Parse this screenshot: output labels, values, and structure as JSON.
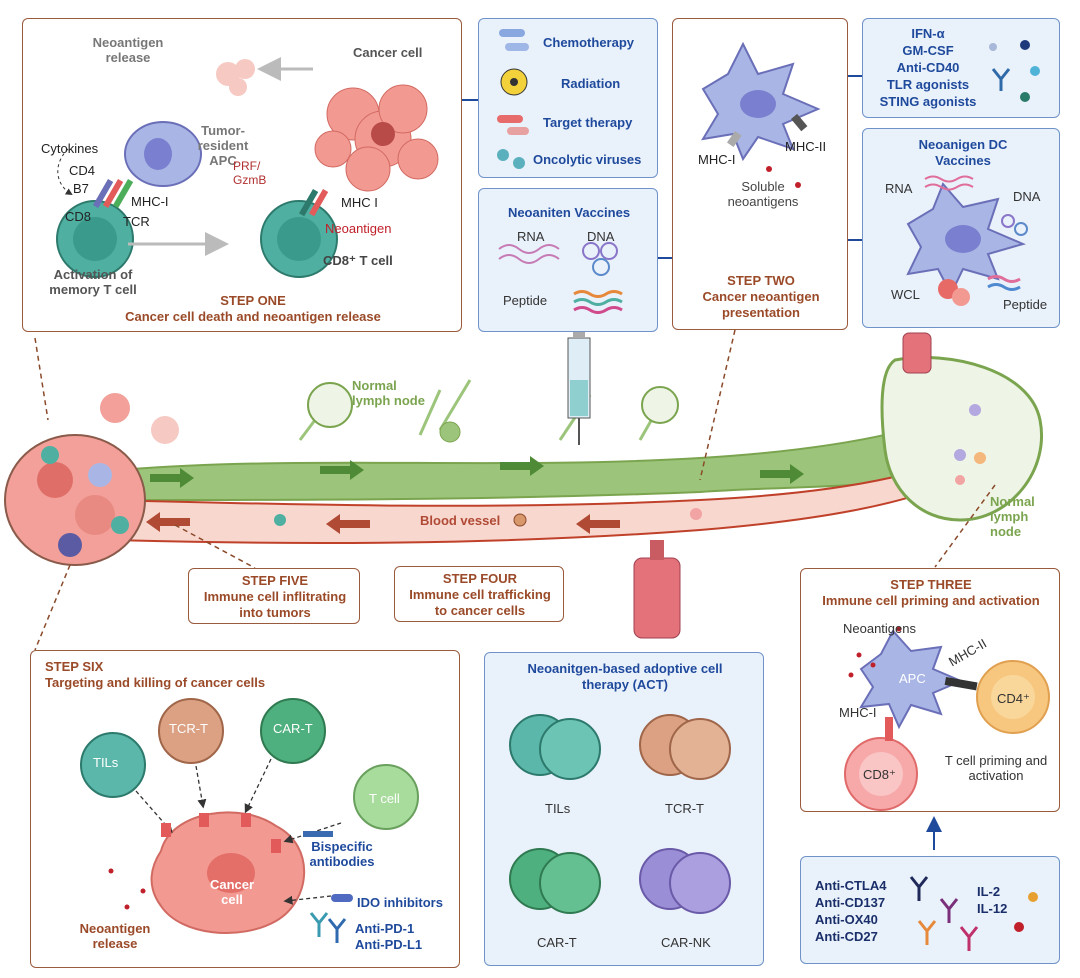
{
  "step_one": {
    "title": "STEP ONE",
    "subtitle": "Cancer cell death and neoantigen release",
    "neoantigen_release": "Neoantigen release",
    "cancer_cell": "Cancer cell",
    "cytokines": "Cytokines",
    "cd4": "CD4",
    "b7": "B7",
    "cd8": "CD8",
    "tcr": "TCR",
    "mhc_i": "MHC-I",
    "tumor_resident_apc": "Tumor-resident APC",
    "prf_gzmb": "PRF/ GzmB",
    "mhc_i_2": "MHC I",
    "neoantigen": "Neoantigen",
    "cd8_t_cell": "CD8⁺ T cell",
    "activation": "Activation of memory T cell"
  },
  "therapies": {
    "items": [
      "Chemotherapy",
      "Radiation",
      "Target therapy",
      "Oncolytic viruses"
    ]
  },
  "neoantigen_vaccines": {
    "title": "Neoaniten Vaccines",
    "rna": "RNA",
    "dna": "DNA",
    "peptide": "Peptide"
  },
  "step_two": {
    "title": "STEP TWO",
    "subtitle": "Cancer neoantigen presentation",
    "mhc_i": "MHC-I",
    "mhc_ii": "MHC-II",
    "soluble": "Soluble neoantigens"
  },
  "adjuvants": {
    "items": [
      "IFN-α",
      "GM-CSF",
      "Anti-CD40",
      "TLR agonists",
      "STING agonists"
    ]
  },
  "dc_vaccines": {
    "title": "Neoanigen DC Vaccines",
    "rna": "RNA",
    "dna": "DNA",
    "wcl": "WCL",
    "peptide": "Peptide"
  },
  "middle": {
    "normal_lymph_node_1": "Normal lymph node",
    "normal_lymph_node_2": "Normal lymph node",
    "blood_vessel": "Blood vessel"
  },
  "step_five": {
    "title": "STEP FIVE",
    "subtitle": "Immune cell inflitrating into tumors"
  },
  "step_four": {
    "title": "STEP FOUR",
    "subtitle": "Immune cell trafficking to cancer cells"
  },
  "step_three": {
    "title": "STEP THREE",
    "subtitle": "Immune cell priming and activation",
    "neoantigens": "Neoantigens",
    "mhc_ii": "MHC-II",
    "apc": "APC",
    "cd4": "CD4⁺",
    "mhc_i": "MHC-I",
    "cd8": "CD8⁺",
    "priming": "T cell priming and activation"
  },
  "step_six": {
    "title": "STEP SIX",
    "subtitle": "Targeting and killing of cancer cells",
    "tils": "TILs",
    "tcr_t": "TCR-T",
    "car_t": "CAR-T",
    "t_cell": "T cell",
    "bispecific": "Bispecific antibodies",
    "cancer_cell": "Cancer cell",
    "neoantigen_release": "Neoantigen release",
    "ido": "IDO inhibitors",
    "pd1": "Anti-PD-1",
    "pdl1": "Anti-PD-L1"
  },
  "act": {
    "title": "Neoanitgen-based adoptive cell therapy (ACT)",
    "tils": "TILs",
    "tcr_t": "TCR-T",
    "car_t": "CAR-T",
    "car_nk": "CAR-NK"
  },
  "checkpoint": {
    "antibodies": [
      "Anti-CTLA4",
      "Anti-CD137",
      "Anti-OX40",
      "Anti-CD27"
    ],
    "cytokines": [
      "IL-2",
      "IL-12"
    ]
  },
  "colors": {
    "brown_border": "#9a5a3c",
    "step_text": "#9a4a28",
    "blue_text": "#1f4a9c",
    "panel_blue": "#e9f1fb",
    "lymph_green": "#8dbb6a",
    "vessel_pink": "#f6d0c8"
  }
}
